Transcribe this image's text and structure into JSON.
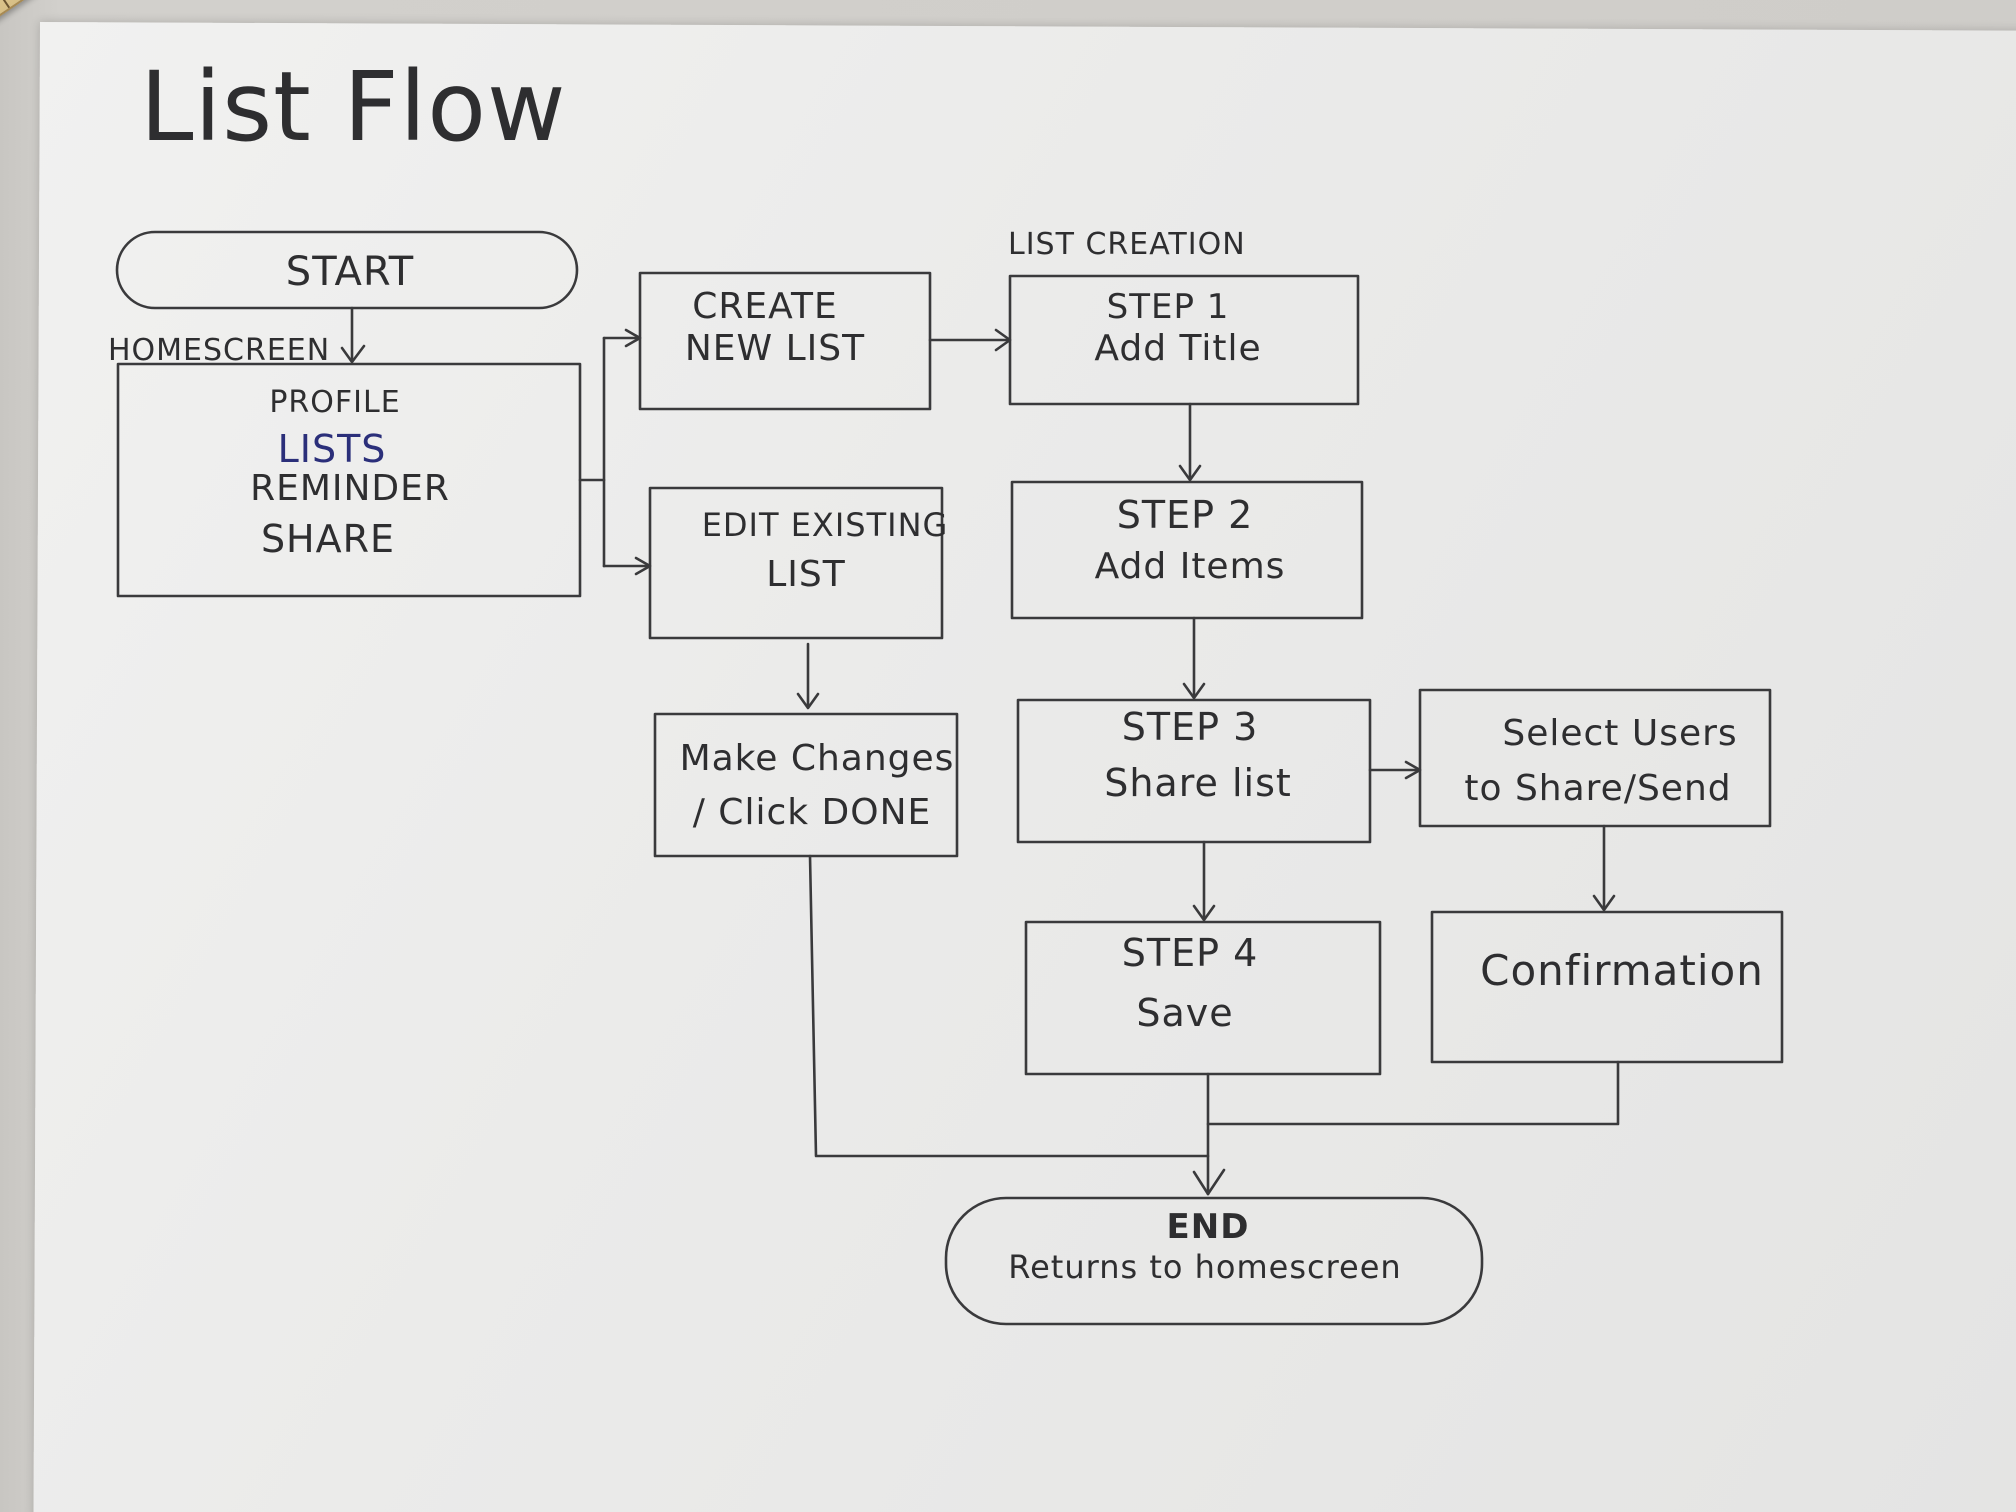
{
  "title": "List Flow",
  "start": {
    "label": "START"
  },
  "homescreen": {
    "heading": "HOMESCREEN",
    "items": [
      "PROFILE",
      "LISTS",
      "REMINDER",
      "SHARE"
    ]
  },
  "create_new_list": {
    "lines": [
      "CREATE",
      "NEW LIST"
    ]
  },
  "edit_existing_list": {
    "lines": [
      "EDIT EXISTING",
      "LIST"
    ]
  },
  "make_changes": {
    "lines": [
      "Make Changes",
      "/ Click DONE"
    ]
  },
  "list_creation": {
    "heading": "LIST CREATION"
  },
  "step1": {
    "lines": [
      "STEP 1",
      "Add Title"
    ]
  },
  "step2": {
    "lines": [
      "STEP 2",
      "Add Items"
    ]
  },
  "step3": {
    "lines": [
      "STEP 3",
      "Share list"
    ]
  },
  "step4": {
    "lines": [
      "STEP 4",
      "Save"
    ]
  },
  "select_users": {
    "lines": [
      "Select Users",
      "to Share/Send"
    ]
  },
  "confirmation": {
    "label": "Confirmation"
  },
  "end": {
    "label": "END",
    "sublabel": "Returns to homescreen"
  },
  "colors": {
    "ink": "#3a3a3c",
    "blue_ink": "#2b2f7a",
    "paper": "#ebebea",
    "ruler": "#d8bf86"
  }
}
